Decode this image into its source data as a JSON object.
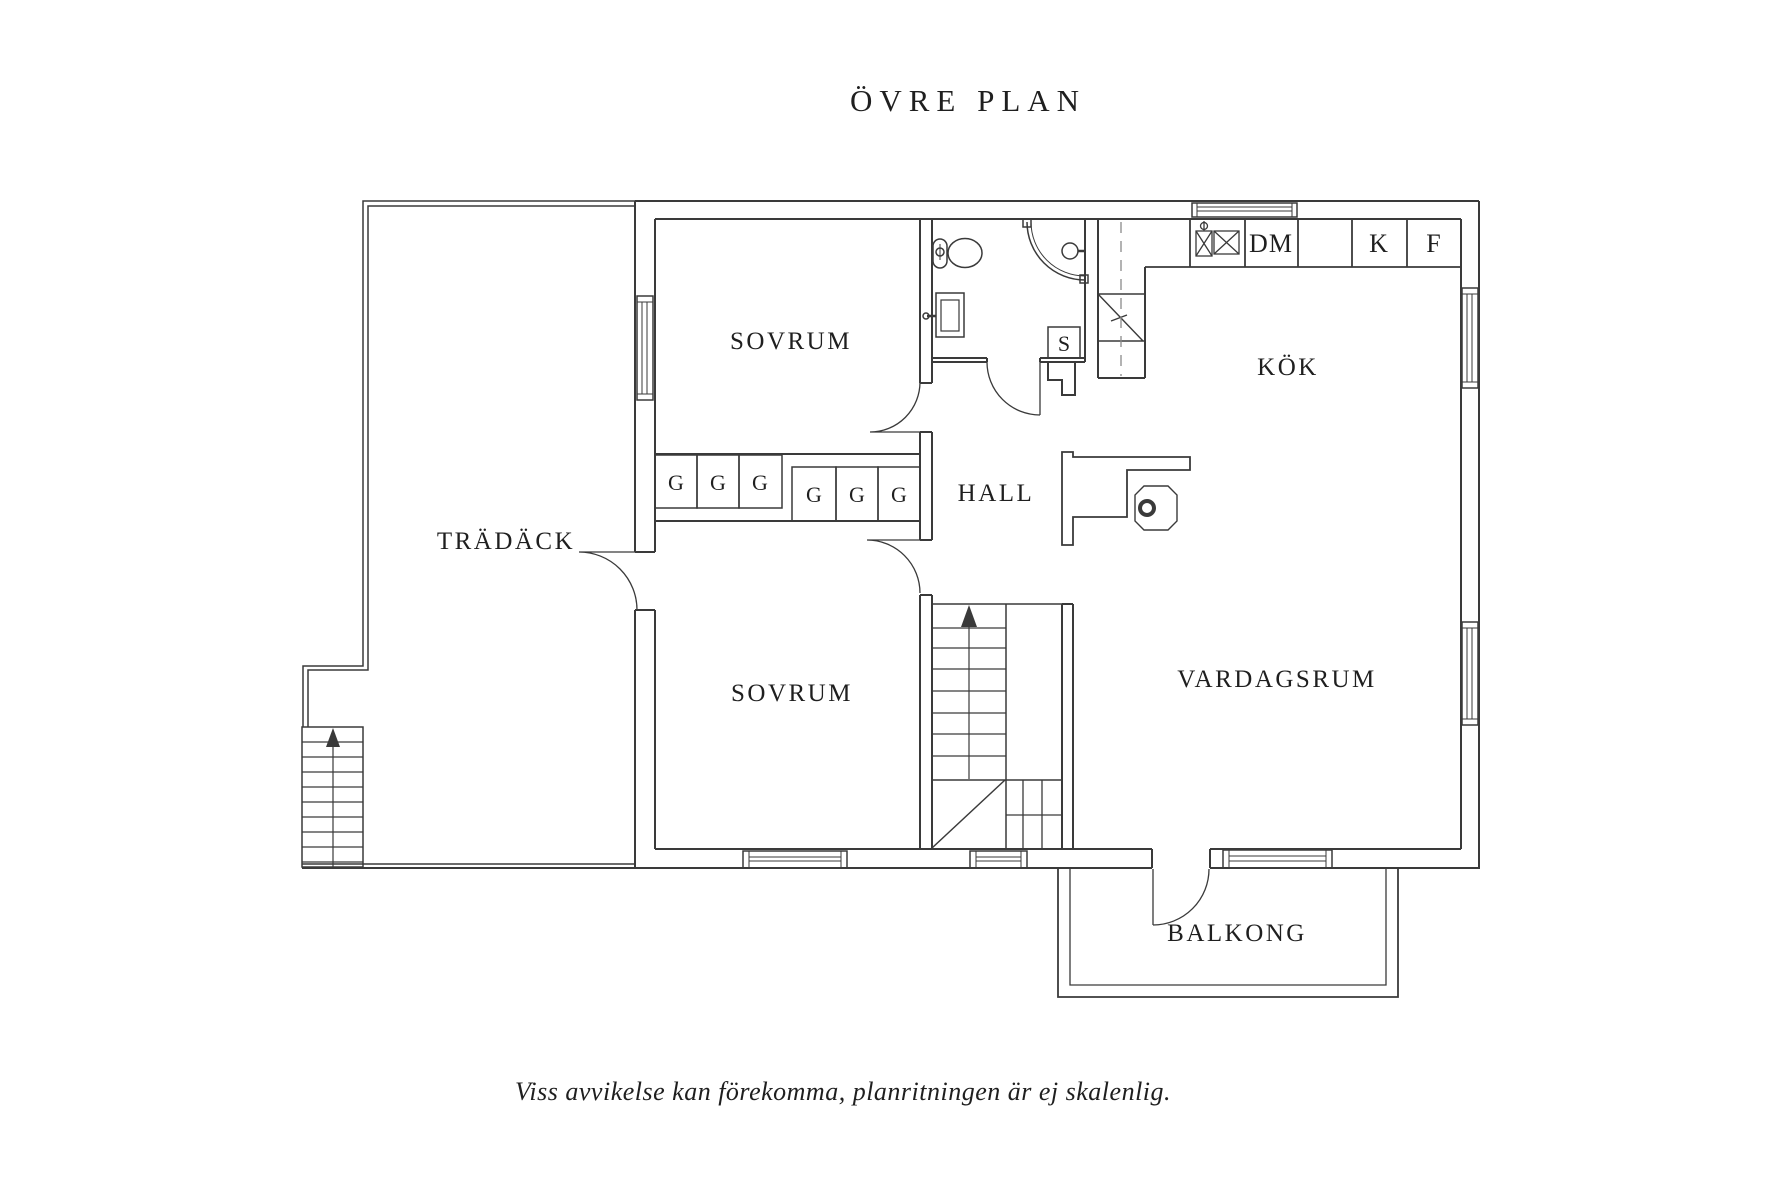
{
  "title": "ÖVRE PLAN",
  "disclaimer": "Viss avvikelse kan förekomma, planritningen är ej skalenlig.",
  "rooms": {
    "deck": "TRÄDÄCK",
    "bedroom_top": "SOVRUM",
    "bedroom_bottom": "SOVRUM",
    "hall": "HALL",
    "kitchen": "KÖK",
    "living_room": "VARDAGSRUM",
    "balcony": "BALKONG"
  },
  "closets": {
    "g": [
      "G",
      "G",
      "G",
      "G",
      "G",
      "G"
    ],
    "s": "S"
  },
  "appliances": {
    "dishwasher": "DM",
    "fridge": "K",
    "freezer": "F"
  },
  "symbols": {
    "stair_arrows": "up-direction-arrow"
  },
  "colors": {
    "line": "#3a3a3a",
    "text": "#1f1f1f",
    "dash": "#8a8a8a",
    "background": "#ffffff"
  }
}
